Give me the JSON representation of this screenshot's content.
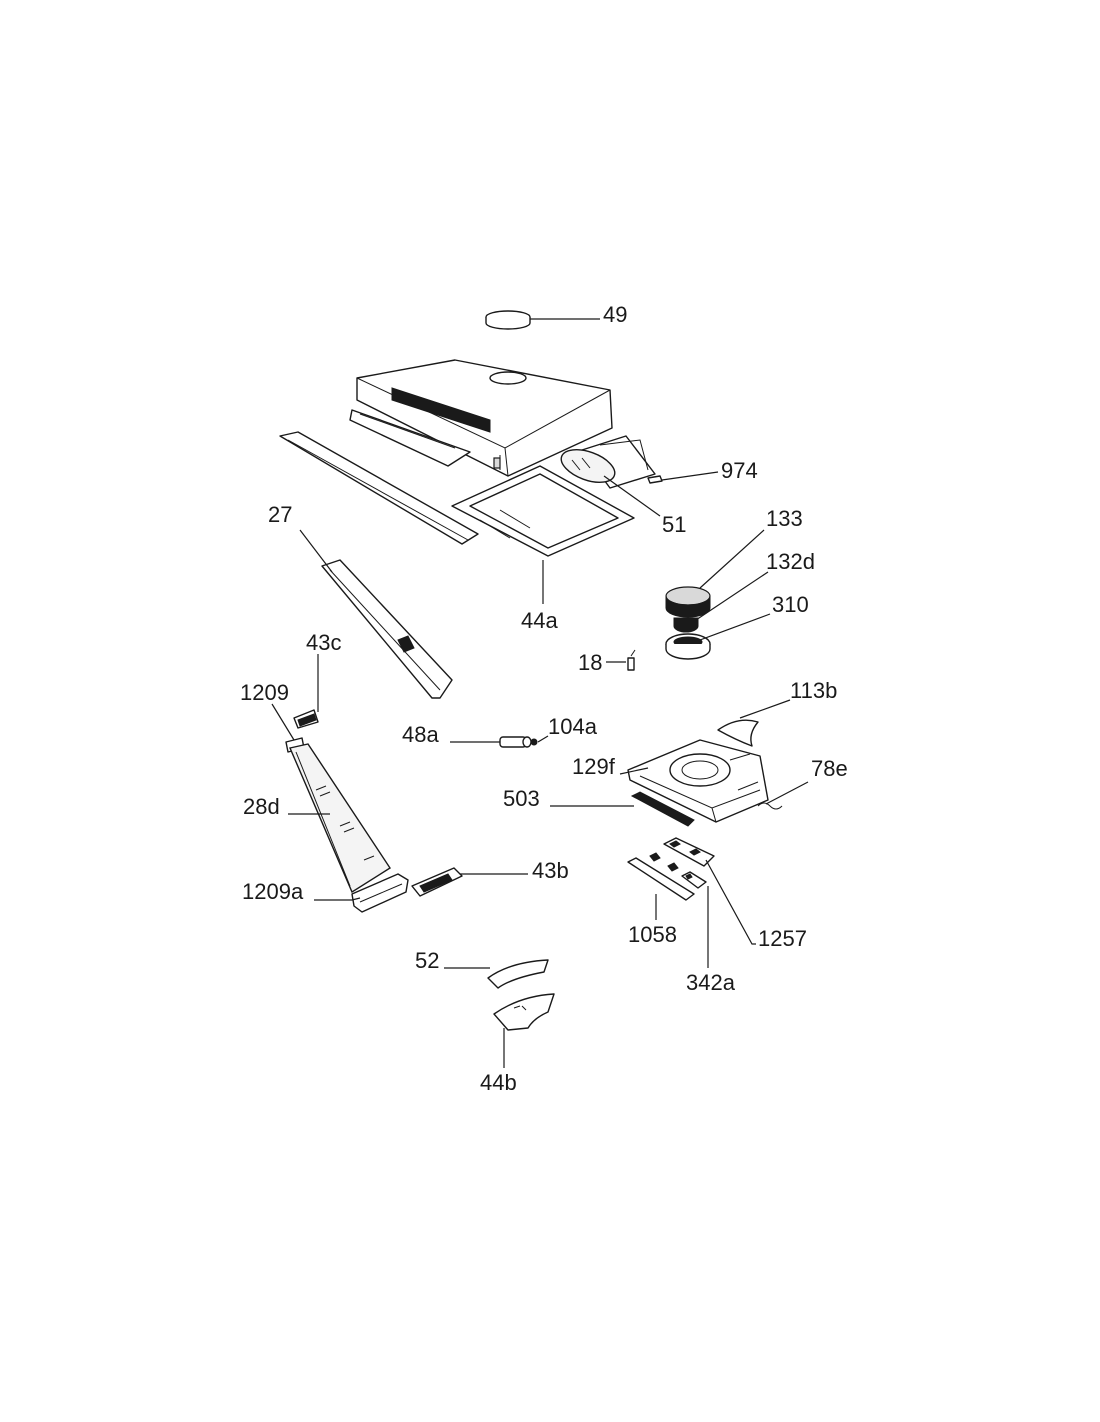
{
  "labels": {
    "p49": "49",
    "p974": "974",
    "p51": "51",
    "p27": "27",
    "p44a": "44a",
    "p133": "133",
    "p132d": "132d",
    "p310": "310",
    "p18": "18",
    "p43c": "43c",
    "p1209": "1209",
    "p113b": "113b",
    "p104a": "104a",
    "p48a": "48a",
    "p129f": "129f",
    "p78e": "78e",
    "p503": "503",
    "p28d": "28d",
    "p43b": "43b",
    "p1209a": "1209a",
    "p1058": "1058",
    "p1257": "1257",
    "p342a": "342a",
    "p52": "52",
    "p44b": "44b"
  }
}
